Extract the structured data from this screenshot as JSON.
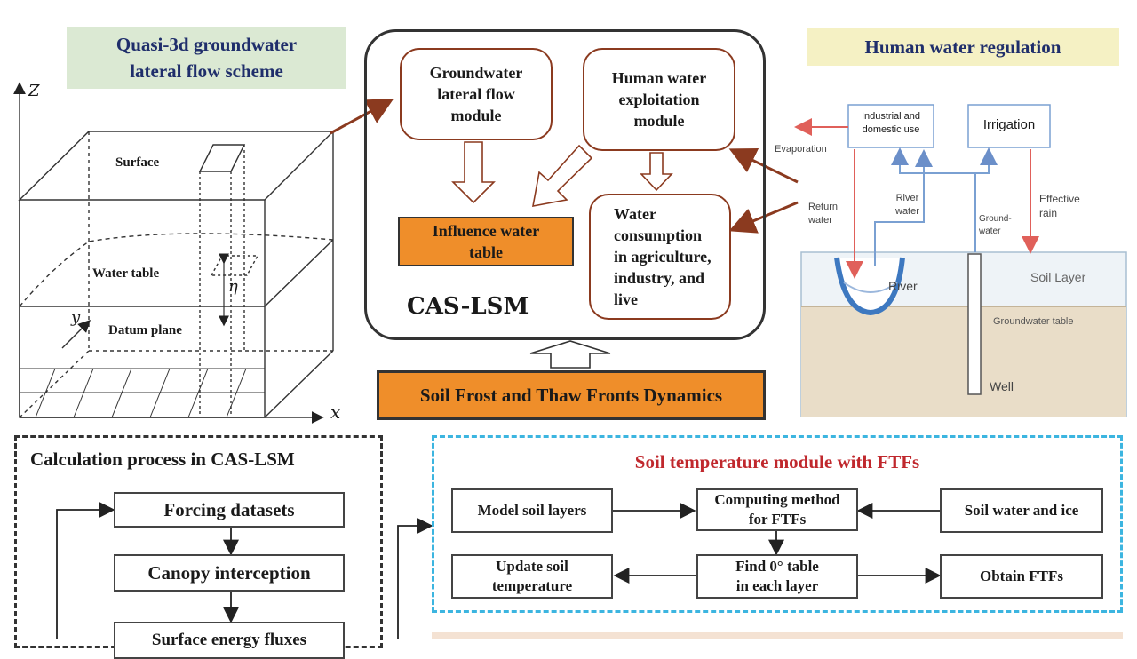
{
  "quasi3d": {
    "title_line1": "Quasi-3d groundwater",
    "title_line2": "lateral flow scheme",
    "axis_z": "Z",
    "axis_x": "x",
    "axis_y": "y",
    "surface": "Surface",
    "water_table": "Water table",
    "datum_plane": "Datum plane",
    "eta": "η"
  },
  "caslsm": {
    "gw_module": [
      "Groundwater",
      "lateral flow",
      "module"
    ],
    "hw_module": [
      "Human water",
      "exploitation",
      "module"
    ],
    "influence": [
      "Influence water",
      "table"
    ],
    "consumption": [
      "Water",
      "consumption",
      "in agriculture,",
      "industry, and",
      "live"
    ],
    "label": "CAS-LSM",
    "frost": "Soil Frost and Thaw Fronts Dynamics"
  },
  "human": {
    "title": "Human water regulation",
    "industrial": [
      "Industrial and",
      "domestic use"
    ],
    "irrigation": "Irrigation",
    "evaporation": "Evaporation",
    "return_water": [
      "Return",
      "water"
    ],
    "river_water": [
      "River",
      "water"
    ],
    "groundwater": [
      "Ground-",
      "water"
    ],
    "effective_rain": [
      "Effective",
      "rain"
    ],
    "river": "River",
    "soil_layer": "Soil Layer",
    "gw_table": "Groundwater table",
    "well": "Well"
  },
  "calc": {
    "title": "Calculation process in CAS-LSM",
    "steps": [
      "Forcing datasets",
      "Canopy interception",
      "Surface energy fluxes"
    ]
  },
  "soil": {
    "title": "Soil temperature module with FTFs",
    "model_layers": "Model soil layers",
    "computing": [
      "Computing method",
      "for FTFs"
    ],
    "water_ice": "Soil water and ice",
    "update": [
      "Update soil",
      "temperature"
    ],
    "find": [
      "Find 0° table",
      "in each layer"
    ],
    "obtain": "Obtain FTFs"
  },
  "colors": {
    "orange": "#ef8e2a",
    "brown_border": "#8b3a1f",
    "soil_title": "#c0282d",
    "dash_blue": "#3cb5e0"
  }
}
